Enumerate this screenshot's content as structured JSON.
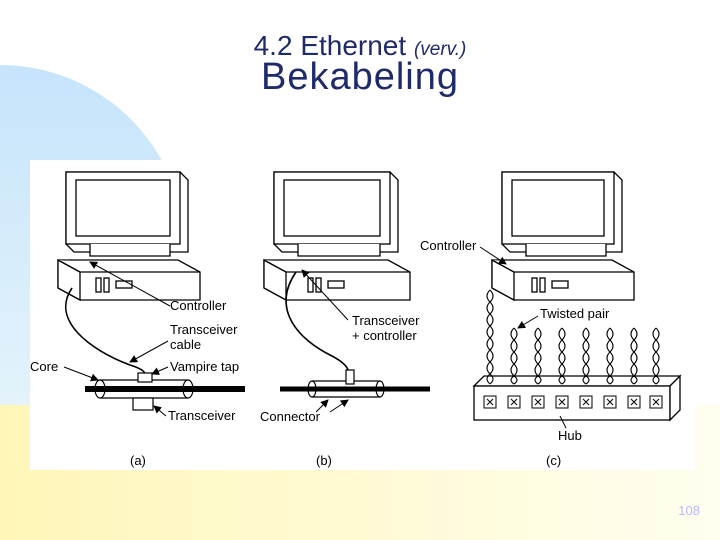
{
  "slide": {
    "title_main": "4.2 Ethernet",
    "title_suffix": "(verv.)",
    "subtitle": "Bekabeling",
    "page_number": "108"
  },
  "figure": {
    "panel_a": {
      "labels": {
        "controller": "Controller",
        "transceiver_cable_1": "Transceiver",
        "transceiver_cable_2": "cable",
        "core": "Core",
        "vampire_tap": "Vampire tap",
        "transceiver": "Transceiver"
      },
      "caption": "(a)"
    },
    "panel_b": {
      "labels": {
        "transceiver_controller_1": "Transceiver",
        "transceiver_controller_2": "+ controller",
        "connector": "Connector"
      },
      "caption": "(b)"
    },
    "panel_c": {
      "labels": {
        "controller": "Controller",
        "twisted_pair": "Twisted pair",
        "hub": "Hub"
      },
      "caption": "(c)"
    }
  },
  "colors": {
    "title": "#1f2a6b",
    "page_number": "#b8b8ff",
    "background_circle": "#cfe8fa",
    "background_bottom": "#fffacd"
  }
}
